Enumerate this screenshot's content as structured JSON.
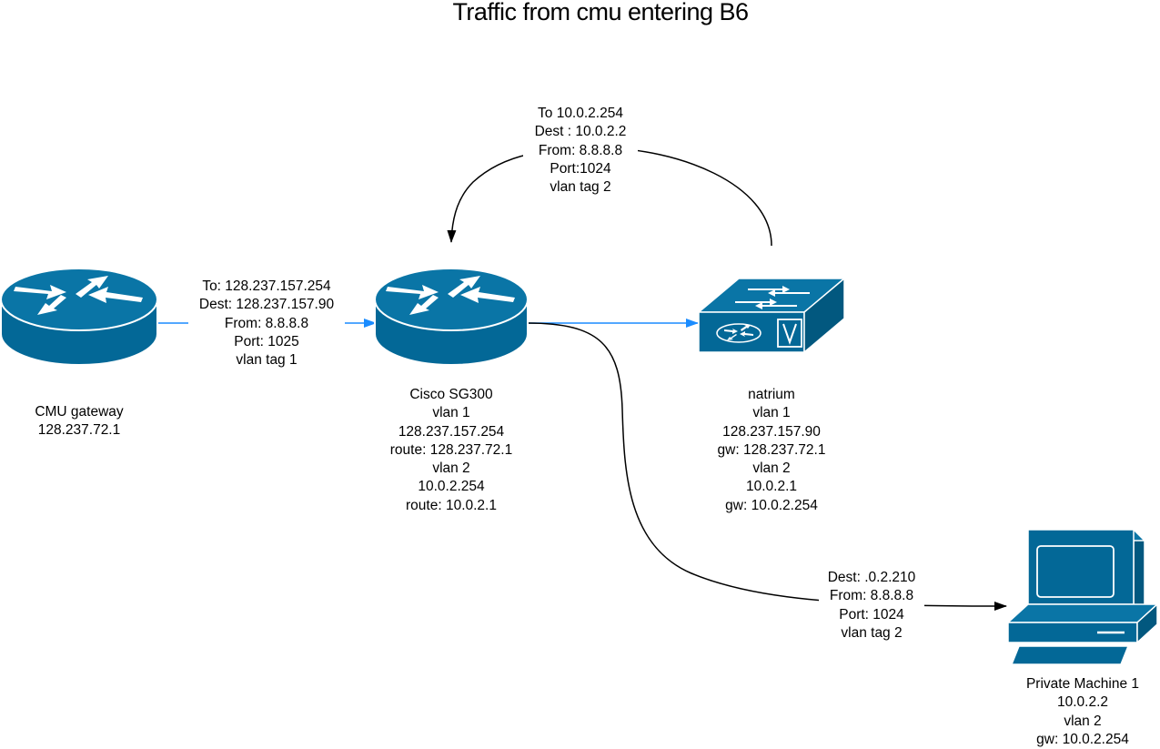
{
  "title": "Traffic from cmu entering B6",
  "nodes": {
    "cmu_gateway": {
      "icon": "router-icon",
      "lines": [
        "CMU gateway",
        "128.237.72.1"
      ]
    },
    "cisco": {
      "icon": "router-icon",
      "lines": [
        "Cisco SG300",
        "vlan 1",
        "128.237.157.254",
        "route: 128.237.72.1",
        "vlan 2",
        "10.0.2.254",
        "route: 10.0.2.1"
      ]
    },
    "natrium": {
      "icon": "vpn-switch-icon",
      "lines": [
        "natrium",
        "vlan 1",
        "128.237.157.90",
        "gw: 128.237.72.1",
        "vlan 2",
        "10.0.2.1",
        "gw: 10.0.2.254"
      ]
    },
    "private_machine": {
      "icon": "desktop-computer-icon",
      "lines": [
        "Private Machine 1",
        "10.0.2.2",
        "vlan 2",
        "gw: 10.0.2.254"
      ]
    }
  },
  "edges": {
    "gateway_to_cisco": {
      "lines": [
        "To: 128.237.157.254",
        "Dest: 128.237.157.90",
        "From: 8.8.8.8",
        "Port: 1025",
        "vlan tag 1"
      ]
    },
    "natrium_to_cisco": {
      "lines": [
        "To 10.0.2.254",
        "Dest : 10.0.2.2",
        "From: 8.8.8.8",
        "Port:1024",
        "vlan tag 2"
      ]
    },
    "cisco_to_private": {
      "lines": [
        "Dest: .0.2.210",
        "From: 8.8.8.8",
        "Port: 1024",
        "vlan tag 2"
      ]
    }
  },
  "colors": {
    "device_fill": "#036897",
    "device_face": "#0a75a6",
    "device_stroke": "#ffffff",
    "link_blue": "#1a8cff",
    "link_black": "#000000"
  }
}
